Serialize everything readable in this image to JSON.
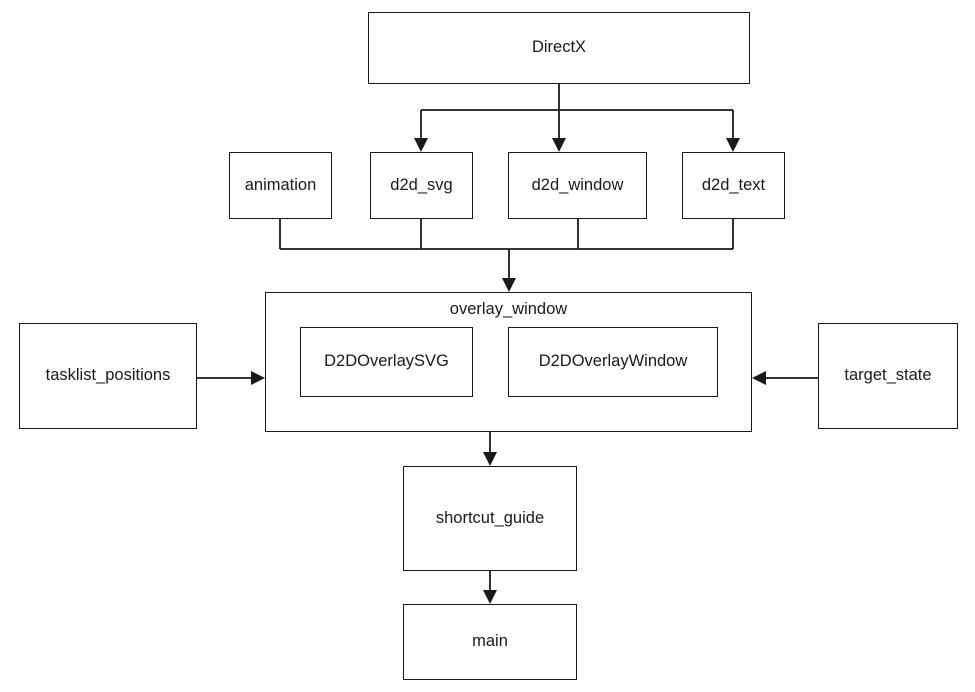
{
  "diagram": {
    "title": "DirectX module dependency diagram",
    "type": "flowchart",
    "direction": "top-to-bottom",
    "background_color": "#ffffff",
    "stroke_color": "#1a1a1a",
    "nodes": {
      "directx": "DirectX",
      "animation": "animation",
      "d2d_svg": "d2d_svg",
      "d2d_window": "d2d_window",
      "d2d_text": "d2d_text",
      "overlay_window": "overlay_window",
      "d2doverlaysvg": "D2DOverlaySVG",
      "d2doverlaywindow": "D2DOverlayWindow",
      "tasklist_positions": "tasklist_positions",
      "target_state": "target_state",
      "shortcut_guide": "shortcut_guide",
      "main": "main"
    },
    "edges": [
      {
        "from": "directx",
        "to": "d2d_svg",
        "arrow": "down"
      },
      {
        "from": "directx",
        "to": "d2d_window",
        "arrow": "down"
      },
      {
        "from": "directx",
        "to": "d2d_text",
        "arrow": "down"
      },
      {
        "from": "animation",
        "to": "overlay_window",
        "arrow": "down"
      },
      {
        "from": "d2d_svg",
        "to": "overlay_window",
        "arrow": "down"
      },
      {
        "from": "d2d_window",
        "to": "overlay_window",
        "arrow": "down"
      },
      {
        "from": "d2d_text",
        "to": "overlay_window",
        "arrow": "down"
      },
      {
        "from": "tasklist_positions",
        "to": "overlay_window",
        "arrow": "right"
      },
      {
        "from": "target_state",
        "to": "overlay_window",
        "arrow": "left"
      },
      {
        "from": "overlay_window",
        "to": "shortcut_guide",
        "arrow": "down"
      },
      {
        "from": "shortcut_guide",
        "to": "main",
        "arrow": "down"
      }
    ]
  }
}
